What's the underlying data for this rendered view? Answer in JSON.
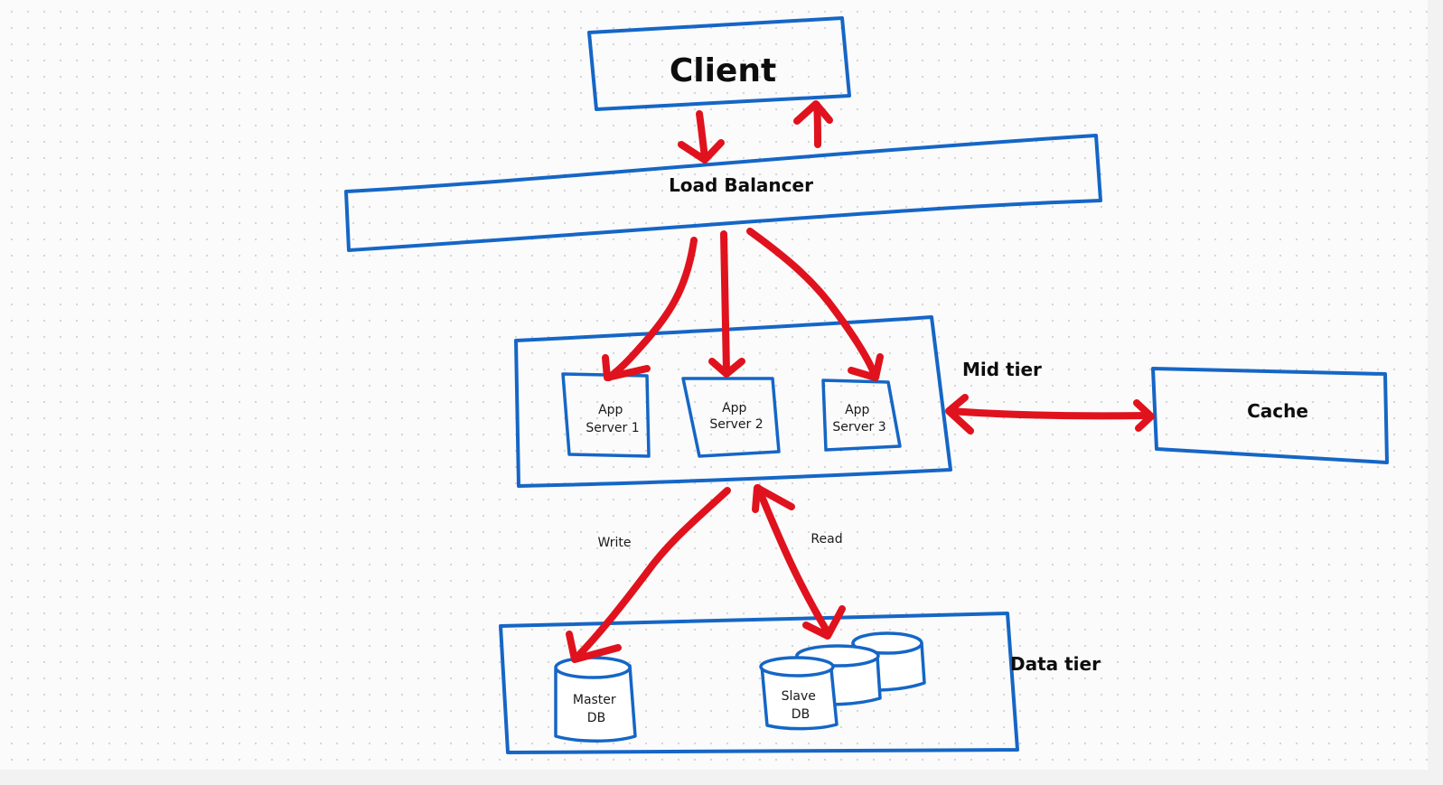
{
  "nodes": {
    "client": "Client",
    "load_balancer": "Load Balancer",
    "app_server_1": [
      "App",
      "Server 1"
    ],
    "app_server_2": [
      "App",
      "Server 2"
    ],
    "app_server_3": [
      "App",
      "Server 3"
    ],
    "cache": "Cache",
    "master_db": [
      "Master",
      "DB"
    ],
    "slave_db": [
      "Slave",
      "DB"
    ]
  },
  "groups": {
    "mid_tier": "Mid tier",
    "data_tier": "Data tier"
  },
  "edge_labels": {
    "write": "Write",
    "read": "Read"
  },
  "colors": {
    "box_stroke": "#1566c6",
    "arrow_stroke": "#e0121d",
    "canvas_bg": "#fbfbfb"
  }
}
